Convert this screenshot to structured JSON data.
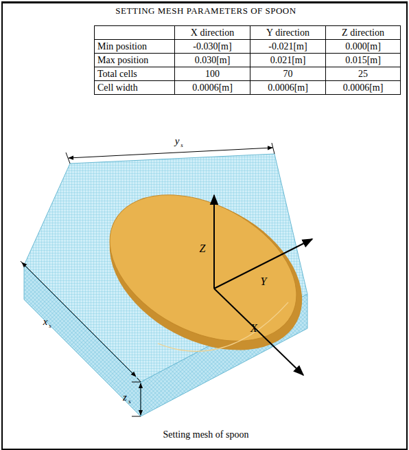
{
  "diagram": {
    "title": "SETTING MESH PARAMETERS OF SPOON",
    "caption": "Setting mesh of spoon",
    "labels": [
      "X direction",
      "Y direction",
      "Z direction",
      "Min position",
      "-0.030[m]",
      "-0.021[m]",
      "0.000[m]",
      "Max position",
      "0.030[m]",
      "0.021[m]",
      "0.015[m]",
      "Total cells",
      "100",
      "70",
      "25",
      "Cell width",
      "0.0006[m]",
      "0.0006[m]",
      "0.0006[m]",
      "y",
      "s",
      "Z",
      "Y",
      "X",
      "x",
      "s",
      "z",
      "s"
    ]
  }
}
